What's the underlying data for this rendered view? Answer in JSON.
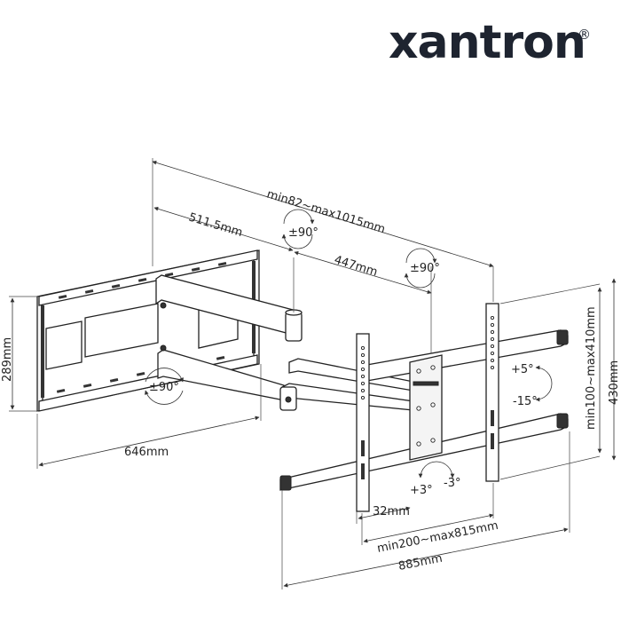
{
  "brand": {
    "name": "xantron",
    "registered": "®"
  },
  "dimensions": {
    "arm_range": "min82~max1015mm",
    "arm_segment_1": "511.5mm",
    "arm_segment_2": "447mm",
    "wall_plate_height": "289mm",
    "wall_plate_width": "646mm",
    "vesa_vertical": "min100~max410mm",
    "bracket_height": "430mm",
    "vesa_horizontal": "min200~max815mm",
    "bracket_width": "885mm",
    "bracket_depth": "32mm"
  },
  "rotations": {
    "swivel_top_1": "±90°",
    "swivel_top_2": "±90°",
    "swivel_wall": "±90°",
    "tilt_up": "+5°",
    "tilt_down": "-15°",
    "level_plus": "+3°",
    "level_minus": "-3°"
  }
}
